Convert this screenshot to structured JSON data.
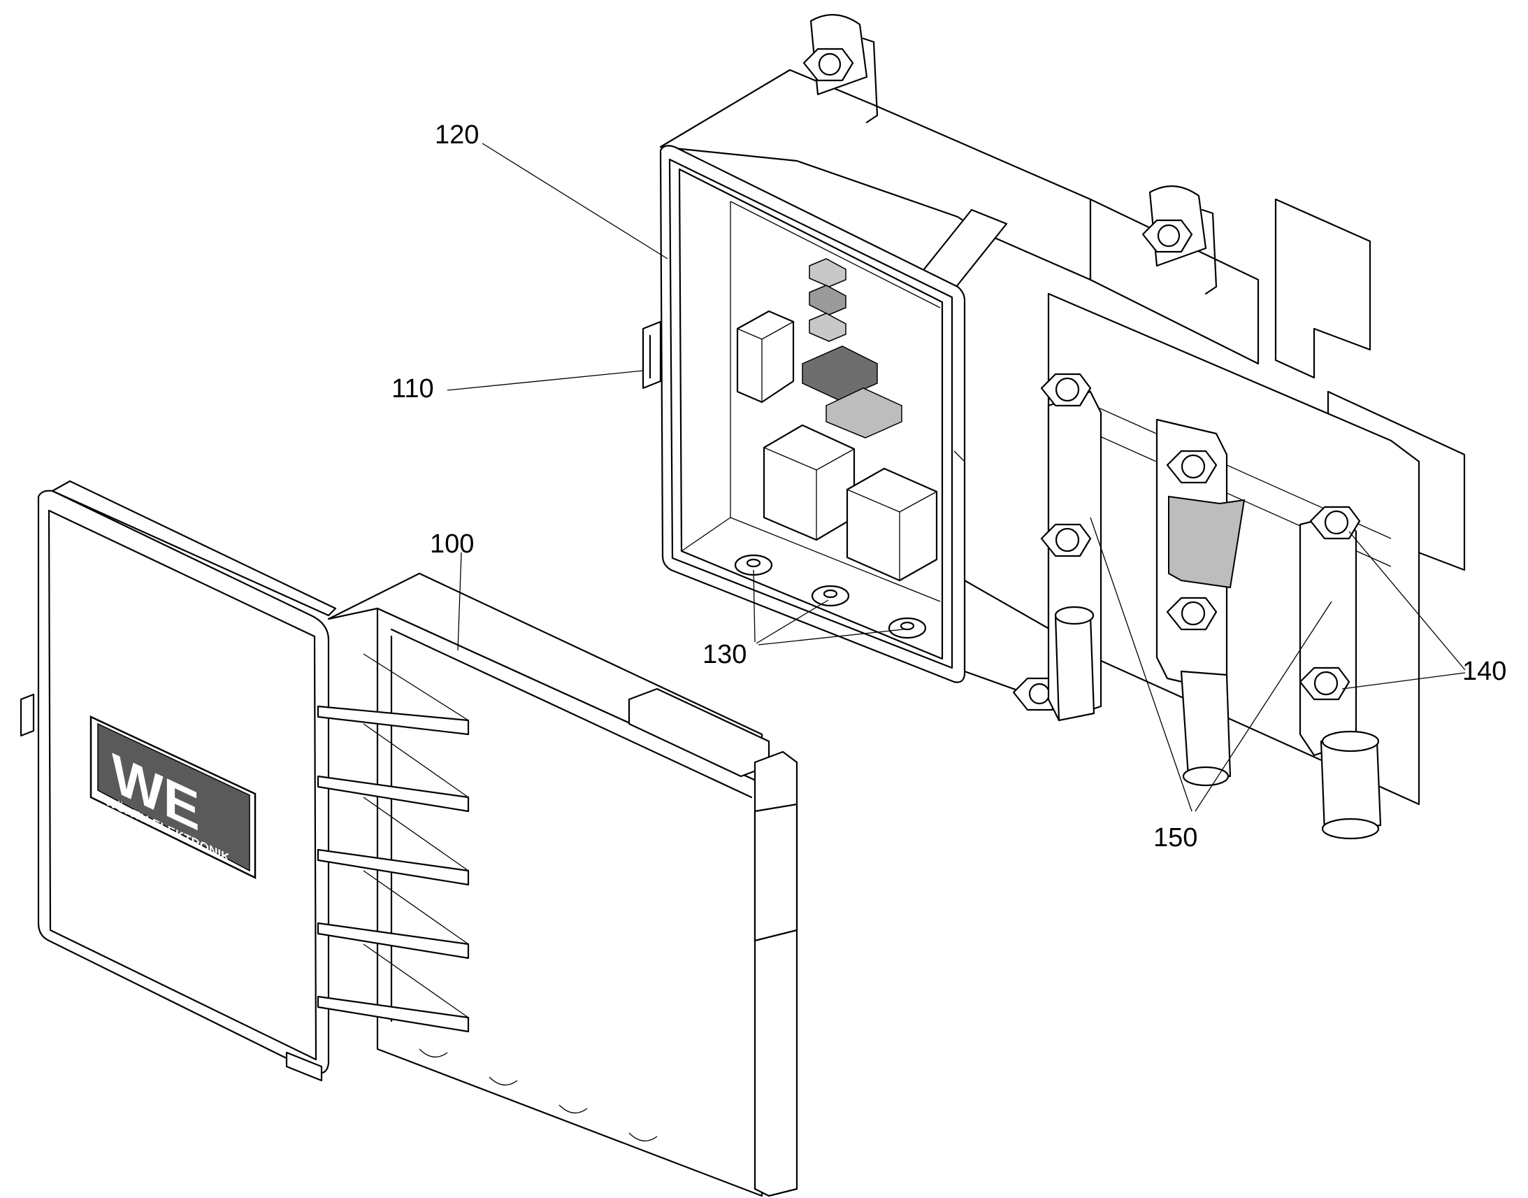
{
  "labels": {
    "l100": "100",
    "l110": "110",
    "l120": "120",
    "l130": "130",
    "l140": "140",
    "l150": "150"
  },
  "logo": {
    "mark": "WE",
    "text": "WÜRTH ELEKTRONIK"
  },
  "colors": {
    "line": "#000000",
    "background": "#ffffff",
    "component_light": "#c8c8c8",
    "component_mid": "#9a9a9a",
    "component_dark": "#6e6e6e",
    "fuse_body": "#bdbdbd"
  }
}
